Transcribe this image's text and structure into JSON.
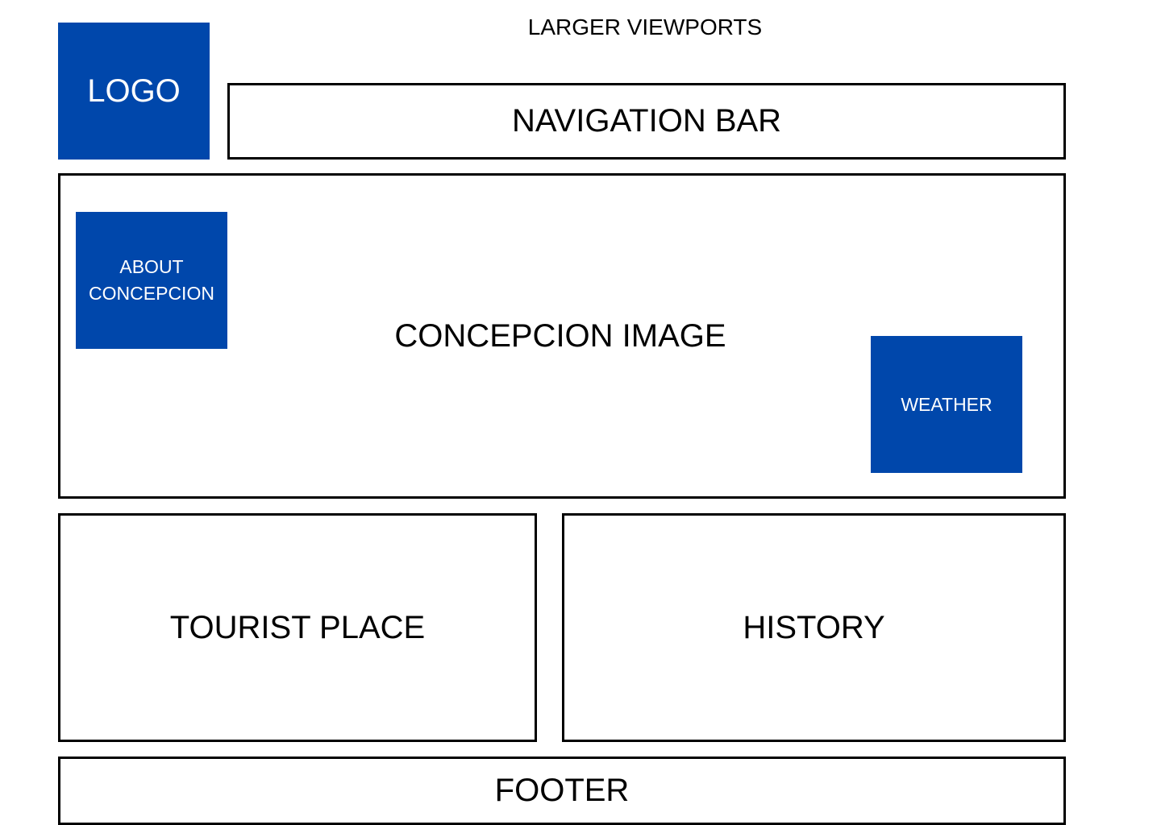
{
  "title": "LARGER VIEWPORTS",
  "logo": {
    "label": "LOGO"
  },
  "navigation": {
    "label": "NAVIGATION BAR"
  },
  "hero": {
    "label": "CONCEPCION IMAGE",
    "about": {
      "line1": "ABOUT",
      "line2": "CONCEPCION"
    },
    "weather": {
      "label": "WEATHER"
    }
  },
  "sections": {
    "tourist_place": "TOURIST PLACE",
    "history": "HISTORY"
  },
  "footer": {
    "label": "FOOTER"
  },
  "colors": {
    "block_fill": "#0047ab",
    "block_text": "#ffffff",
    "outline": "#000000",
    "background": "#ffffff"
  }
}
